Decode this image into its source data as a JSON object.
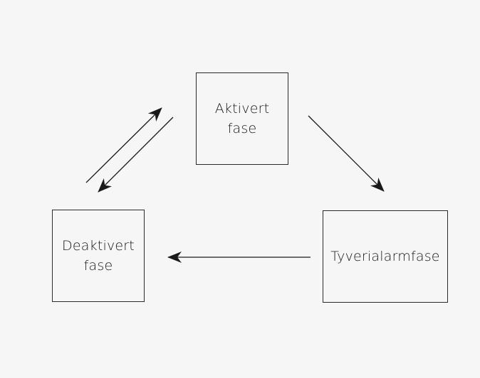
{
  "diagram": {
    "nodes": [
      {
        "id": "active",
        "lines": [
          "Aktivert",
          "fase"
        ]
      },
      {
        "id": "deactivated",
        "lines": [
          "Deaktivert",
          "fase"
        ]
      },
      {
        "id": "alarm",
        "lines": [
          "Tyverialarmfase"
        ]
      }
    ],
    "edges": [
      {
        "from": "deactivated",
        "to": "active"
      },
      {
        "from": "active",
        "to": "deactivated"
      },
      {
        "from": "active",
        "to": "alarm"
      },
      {
        "from": "alarm",
        "to": "deactivated"
      }
    ],
    "colors": {
      "background": "#f5f6f5",
      "stroke": "#1a1a1a"
    }
  }
}
